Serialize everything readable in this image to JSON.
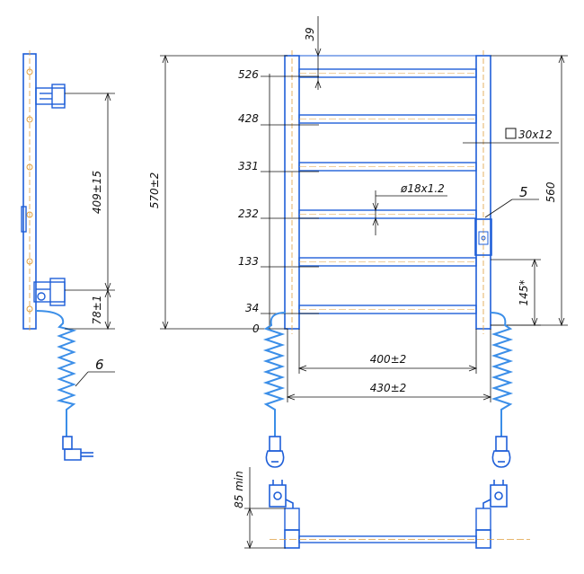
{
  "drawing": {
    "colors": {
      "outline": "#1f5fd8",
      "part": "#3b8ee8",
      "dimension": "#111111",
      "axis": "#e0a040",
      "background": "#ffffff"
    },
    "front_dims": {
      "top_gap": "39",
      "overall_height": "570±2",
      "collector_height": "560",
      "inner_width": "400±2",
      "outer_width": "430±2",
      "pipe_section": "30x12",
      "bar_dia": "ø18x1.2",
      "thermostat_height": "145*",
      "plug_height": "85 min"
    },
    "side_dims": {
      "mount_spacing": "409±15",
      "bottom_mount": "78±1"
    },
    "bar_levels": [
      "526",
      "428",
      "331",
      "232",
      "133",
      "34",
      "0"
    ],
    "callouts": {
      "thermostat": "5",
      "cable": "6"
    }
  }
}
